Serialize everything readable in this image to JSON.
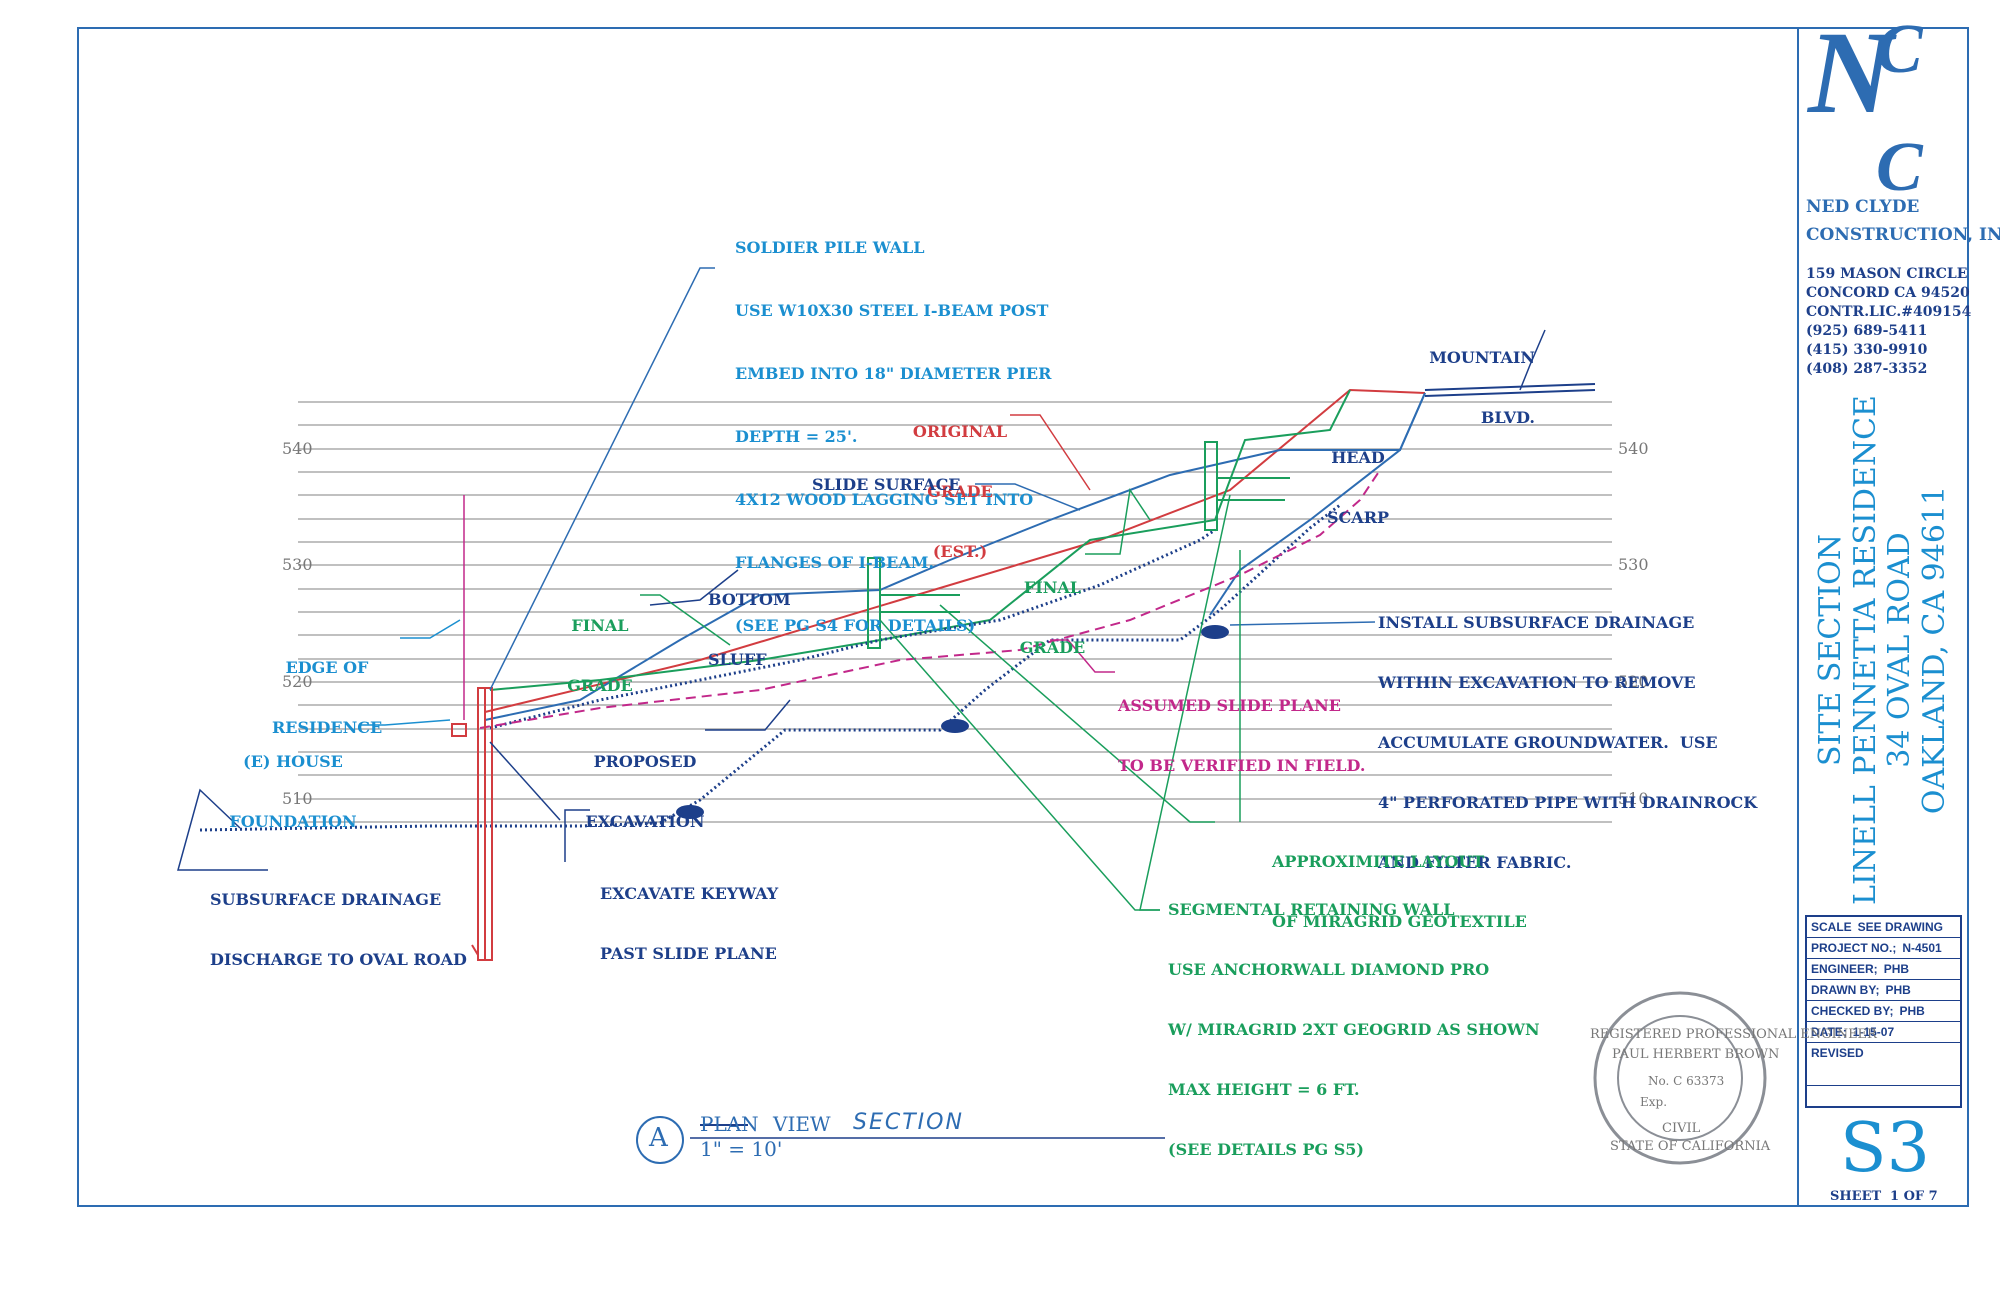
{
  "company": {
    "logo_text": "NCC",
    "name_line1": "NED CLYDE",
    "name_line2": "CONSTRUCTION, INC.",
    "address_line1": "159 MASON CIRCLE",
    "address_line2": "CONCORD CA 94520",
    "license": "CONTR.LIC.#409154",
    "phone1": "(925) 689-5411",
    "phone2": "(415) 330-9910",
    "phone3": "(408) 287-3352"
  },
  "project_title": {
    "line1": "SITE SECTION",
    "line2": "LINELL PENNETTA RESIDENCE",
    "line3": "34 OVAL ROAD",
    "line4": "OAKLAND, CA 94611"
  },
  "title_block": {
    "scale_label": "SCALE",
    "scale_value": "SEE DRAWING",
    "project_label": "PROJECT NO.;",
    "project_value": "N-4501",
    "engineer_label": "ENGINEER;",
    "engineer_value": "PHB",
    "drawn_label": "DRAWN BY;",
    "drawn_value": "PHB",
    "checked_label": "CHECKED BY;",
    "checked_value": "PHB",
    "date_label": "DATE;",
    "date_value": "1-15-07",
    "revised_label": "REVISED",
    "sheet_id": "S3",
    "sheet_label": "SHEET",
    "sheet_count": "1 OF 7"
  },
  "seal": {
    "top_text": "REGISTERED PROFESSIONAL ENGINEER",
    "name": "PAUL HERBERT BROWN",
    "number": "No. C 63373",
    "exp": "Exp.",
    "discipline": "CIVIL",
    "state": "STATE OF CALIFORNIA"
  },
  "elevations": {
    "left": [
      "540",
      "530",
      "520",
      "510"
    ],
    "right": [
      "540",
      "530",
      "520",
      "510"
    ]
  },
  "callouts": {
    "soldier_pile": [
      "SOLDIER PILE WALL",
      "USE W10X30 STEEL I-BEAM POST",
      "EMBED INTO 18\" DIAMETER PIER",
      "DEPTH = 25'.",
      "4X12 WOOD LAGGING SET INTO",
      "FLANGES OF I-BEAM.",
      "(SEE PG S4 FOR DETAILS)"
    ],
    "mountain_blvd": [
      "MOUNTAIN",
      "BLVD."
    ],
    "original_grade": [
      "ORIGINAL",
      "GRADE",
      "(EST.)"
    ],
    "head_scarp": [
      "HEAD",
      "SCARP"
    ],
    "slide_surface": "SLIDE SURFACE",
    "bottom_sluff": [
      "BOTTOM",
      "SLUFF"
    ],
    "final_grade_right": [
      "FINAL",
      "GRADE"
    ],
    "final_grade_left": [
      "FINAL",
      "GRADE"
    ],
    "edge_of_residence": [
      "EDGE OF",
      "RESIDENCE"
    ],
    "house_foundation": [
      "(E) HOUSE",
      "FOUNDATION"
    ],
    "proposed_excavation": [
      "PROPOSED",
      "EXCAVATION"
    ],
    "subsurface_install": [
      "INSTALL SUBSURFACE DRAINAGE",
      "WITHIN EXCAVATION TO REMOVE",
      "ACCUMULATE GROUNDWATER.  USE",
      "4\" PERFORATED PIPE WITH DRAINROCK",
      "AND FILTER FABRIC."
    ],
    "assumed_slide": [
      "ASSUMED SLIDE PLANE",
      "TO BE VERIFIED IN FIELD."
    ],
    "miragrid_layout": [
      "APPROXIMITE LAYOUT",
      "OF MIRAGRID GEOTEXTILE"
    ],
    "segmental_wall": [
      "SEGMENTAL RETAINING WALL",
      "USE ANCHORWALL DIAMOND PRO",
      "W/ MIRAGRID 2XT GEOGRID AS SHOWN",
      "MAX HEIGHT = 6 FT.",
      "(SEE DETAILS PG S5)"
    ],
    "drainage_discharge": [
      "SUBSURFACE DRAINAGE",
      "DISCHARGE TO OVAL ROAD"
    ],
    "keyway": [
      "EXCAVATE KEYWAY",
      "PAST SLIDE PLANE"
    ]
  },
  "section_label": {
    "bubble": "A",
    "struck": "PLAN",
    "view": "VIEW",
    "handwritten": "SECTION",
    "scale": "1\" = 10'"
  },
  "colors": {
    "blue": "#2d6cb2",
    "cyan": "#1b8fd0",
    "green": "#1a9e5c",
    "red": "#d23c40",
    "magenta": "#c2288a",
    "navy": "#1d3f8a",
    "grid": "#9a9a9a"
  }
}
